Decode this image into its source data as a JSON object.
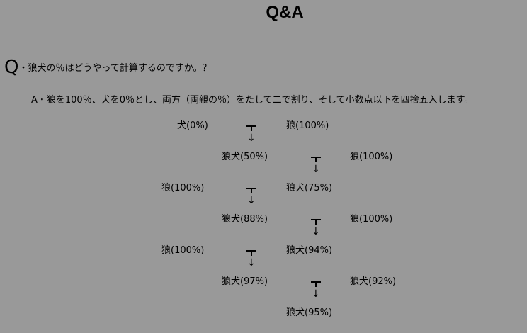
{
  "title": "Q&A",
  "question": {
    "marker": "Q",
    "text": "・狼犬の％はどうやって計算するのですか。？"
  },
  "answer": {
    "text": "A・狼を100％、犬を0％とし、両方（両親の％）をたして二で割り、そして小数点以下を四捨五入します。"
  },
  "diagram": {
    "nodes": [
      "犬(0%)",
      "狼(100%)",
      "狼犬(50%)",
      "狼(100%)",
      "狼(100%)",
      "狼犬(75%)",
      "狼犬(88%)",
      "狼(100%)",
      "狼(100%)",
      "狼犬(94%)",
      "狼犬(97%)",
      "狼犬(92%)",
      "狼犬(95%)"
    ],
    "arrow_glyph": "↓"
  }
}
